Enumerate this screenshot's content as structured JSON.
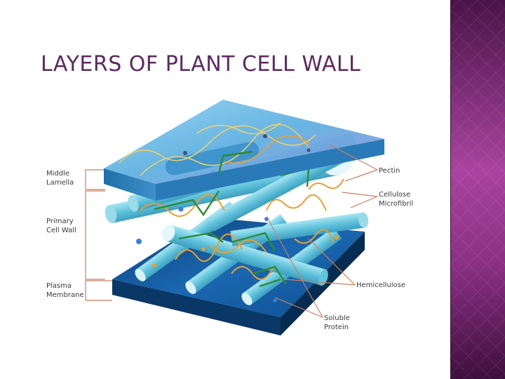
{
  "slide": {
    "title": "LAYERS OF PLANT CELL WALL"
  },
  "diagram": {
    "labels_left": {
      "middle_lamella": [
        "Middle",
        "Lamella"
      ],
      "primary_cell_wall": [
        "Primary",
        "Cell Wall"
      ],
      "plasma_membrane": [
        "Plasma",
        "Membrane"
      ]
    },
    "labels_right": {
      "pectin": [
        "Pectin"
      ],
      "cellulose_microfibril": [
        "Cellulose",
        "Microfibril"
      ],
      "hemicellulose": [
        "Hemicellulose"
      ],
      "soluble_protein": [
        "Soluble",
        "Protein"
      ]
    }
  },
  "colors": {
    "title": "#5a2a5e",
    "side_panel_top": "#4a1448",
    "side_panel_mid": "#a9439f",
    "top_plate": "#4fa3d8",
    "bottom_plate": "#0d4f8f",
    "microfibril": "#6fcde0",
    "pectin": "#e8a030",
    "hemicellulose": "#2f8a2f",
    "label_line": "#c88060"
  }
}
